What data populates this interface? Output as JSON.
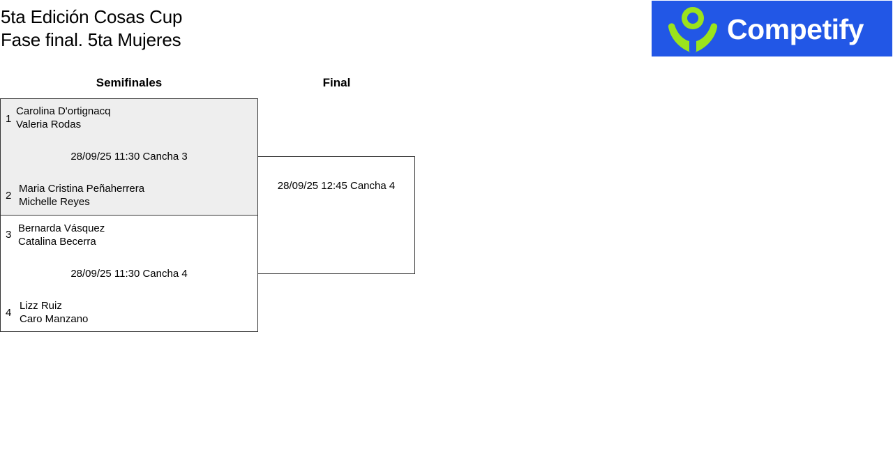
{
  "header": {
    "title_line1": "5ta Edición Cosas Cup",
    "title_line2": "Fase final. 5ta Mujeres"
  },
  "logo": {
    "text": "Competify",
    "background": "#2257e6",
    "icon": "person-arms-up-icon",
    "icon_color": "#9be31c"
  },
  "rounds": [
    "Semifinales",
    "Final"
  ],
  "semifinals": [
    {
      "schedule": "28/09/25 11:30 Cancha 3",
      "teams": [
        {
          "seed": "1",
          "players": [
            "Carolina D'ortignacq",
            "Valeria Rodas"
          ]
        },
        {
          "seed": "2",
          "players": [
            "Maria Cristina Peñaherrera",
            "Michelle Reyes"
          ]
        }
      ]
    },
    {
      "schedule": "28/09/25 11:30 Cancha 4",
      "teams": [
        {
          "seed": "3",
          "players": [
            "Bernarda Vásquez",
            "Catalina Becerra"
          ]
        },
        {
          "seed": "4",
          "players": [
            "Lizz Ruiz",
            "Caro Manzano"
          ]
        }
      ]
    }
  ],
  "final": {
    "schedule": "28/09/25 12:45 Cancha 4"
  }
}
